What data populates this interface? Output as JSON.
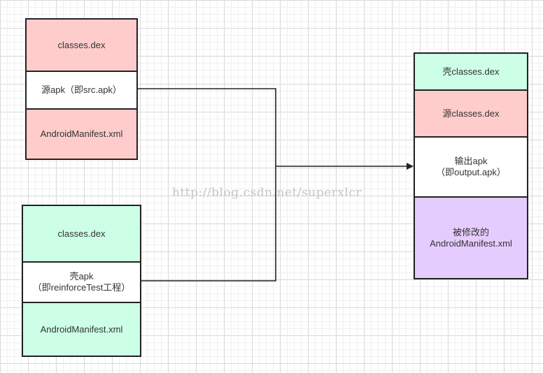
{
  "source_box": {
    "classes_dex": "classes.dex",
    "apk": "源apk（即src.apk）",
    "manifest": "AndroidManifest.xml"
  },
  "shell_box": {
    "classes_dex": "classes.dex",
    "apk": "壳apk\n（即reinforceTest工程）",
    "manifest": "AndroidManifest.xml"
  },
  "output_box": {
    "shell_dex": "壳classes.dex",
    "source_dex": "源classes.dex",
    "apk": "输出apk\n（即output.apk）",
    "manifest": "被修改的\nAndroidManifest.xml"
  },
  "watermark": "http://blog.csdn.net/superxlcr",
  "colors": {
    "pink": "#ffcccc",
    "mint": "#ccffe6",
    "lavender": "#e5ccff",
    "line": "#222222"
  }
}
